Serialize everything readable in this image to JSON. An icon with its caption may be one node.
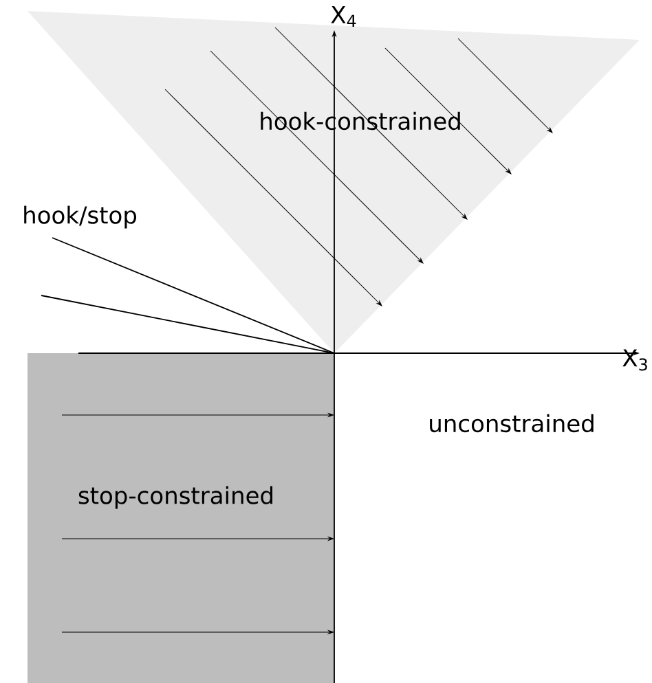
{
  "diagram": {
    "labels": [
      "X$_{4}$",
      "hook-constrained",
      "hook/stop",
      "X$_{3}$",
      "unconstrained",
      "stop-constrained"
    ]
  }
}
